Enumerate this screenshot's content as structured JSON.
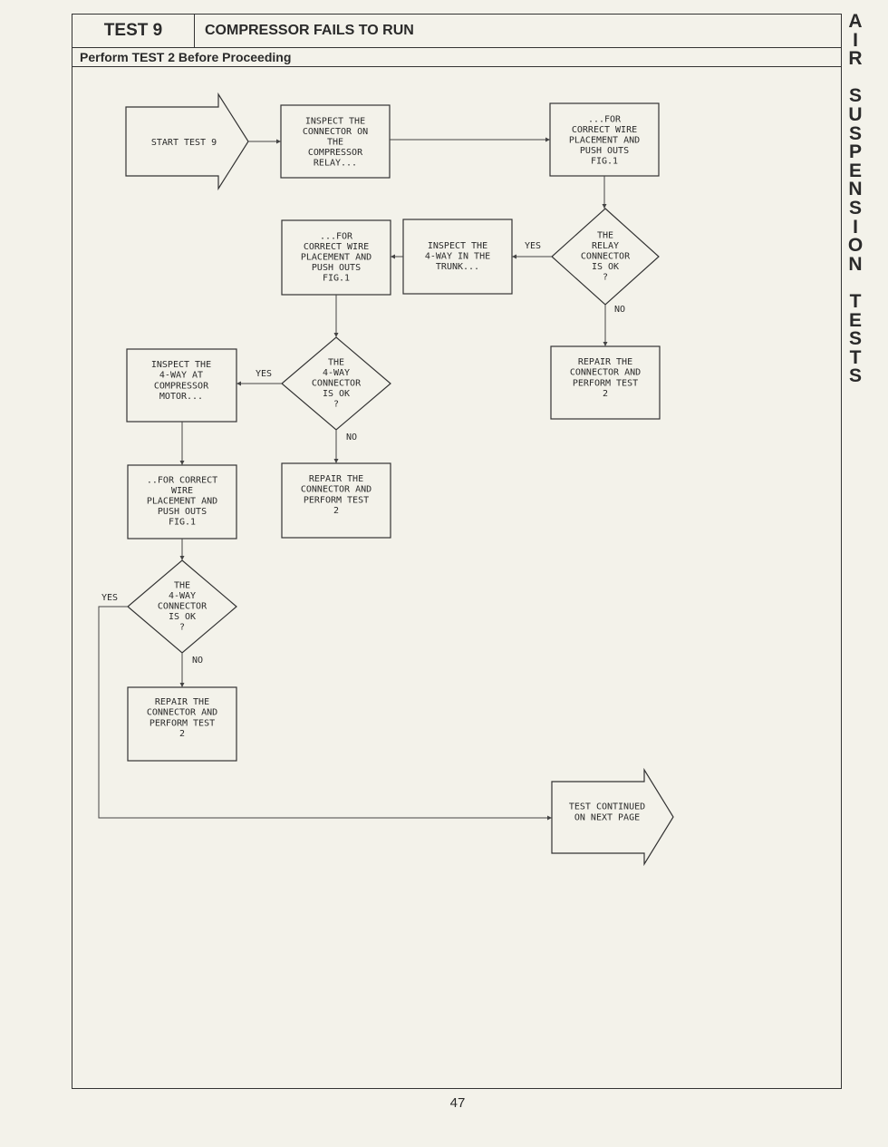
{
  "header": {
    "test_number": "TEST 9",
    "title": "COMPRESSOR FAILS TO RUN",
    "subtitle": "Perform TEST 2 Before Proceeding"
  },
  "side_tab": [
    "A",
    "I",
    "R",
    "",
    "S",
    "U",
    "S",
    "P",
    "E",
    "N",
    "S",
    "I",
    "O",
    "N",
    "",
    "T",
    "E",
    "S",
    "T",
    "S"
  ],
  "page_number": "47",
  "flow": {
    "start": "START TEST 9",
    "n1": [
      "INSPECT THE",
      "CONNECTOR ON",
      "THE",
      "COMPRESSOR",
      "RELAY..."
    ],
    "n2": [
      "...FOR",
      "CORRECT WIRE",
      "PLACEMENT AND",
      "PUSH OUTS",
      "FIG.1"
    ],
    "d1": [
      "THE",
      "RELAY",
      "CONNECTOR",
      "IS OK",
      "?"
    ],
    "r1": [
      "REPAIR THE",
      "CONNECTOR AND",
      "PERFORM TEST",
      "2"
    ],
    "n3": [
      "INSPECT THE",
      "4-WAY IN THE",
      "TRUNK..."
    ],
    "n4": [
      "...FOR",
      "CORRECT WIRE",
      "PLACEMENT AND",
      "PUSH OUTS",
      "FIG.1"
    ],
    "d2": [
      "THE",
      "4-WAY",
      "CONNECTOR",
      "IS OK",
      "?"
    ],
    "r2": [
      "REPAIR THE",
      "CONNECTOR AND",
      "PERFORM TEST",
      "2"
    ],
    "n5": [
      "INSPECT THE",
      "4-WAY AT",
      "COMPRESSOR",
      "MOTOR..."
    ],
    "n6": [
      "..FOR CORRECT",
      "WIRE",
      "PLACEMENT AND",
      "PUSH OUTS",
      "FIG.1"
    ],
    "d3": [
      "THE",
      "4-WAY",
      "CONNECTOR",
      "IS OK",
      "?"
    ],
    "r3": [
      "REPAIR THE",
      "CONNECTOR AND",
      "PERFORM TEST",
      "2"
    ],
    "end": [
      "TEST CONTINUED",
      "ON NEXT PAGE"
    ],
    "yes": "YES",
    "no": "NO"
  }
}
